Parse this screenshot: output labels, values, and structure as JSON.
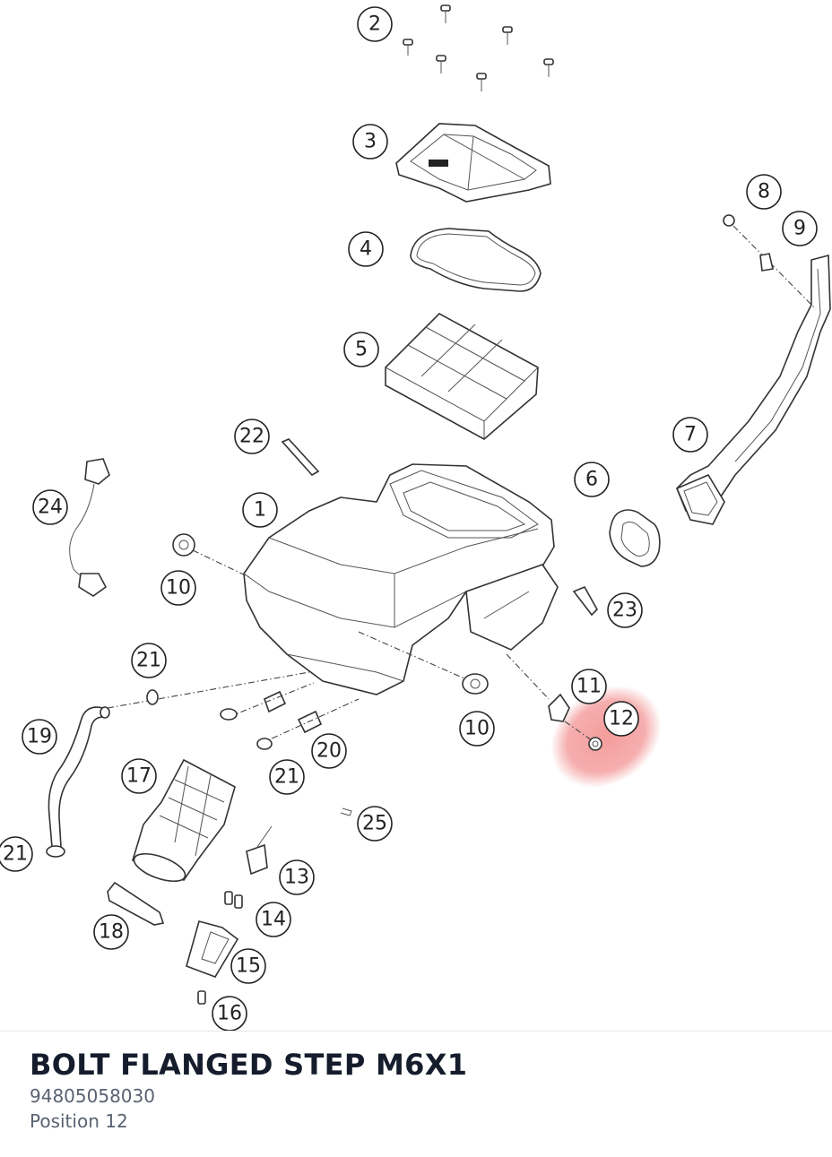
{
  "part": {
    "name": "BOLT FLANGED STEP M6X1",
    "number": "94805058030",
    "position_label": "Position 12"
  },
  "diagram": {
    "highlight_color": "#f28b8b",
    "highlighted_callout": "12",
    "callouts": [
      "1",
      "2",
      "3",
      "4",
      "5",
      "6",
      "7",
      "8",
      "9",
      "10",
      "10",
      "11",
      "12",
      "13",
      "14",
      "15",
      "16",
      "17",
      "18",
      "19",
      "20",
      "21",
      "21",
      "21",
      "22",
      "23",
      "24",
      "25"
    ]
  }
}
